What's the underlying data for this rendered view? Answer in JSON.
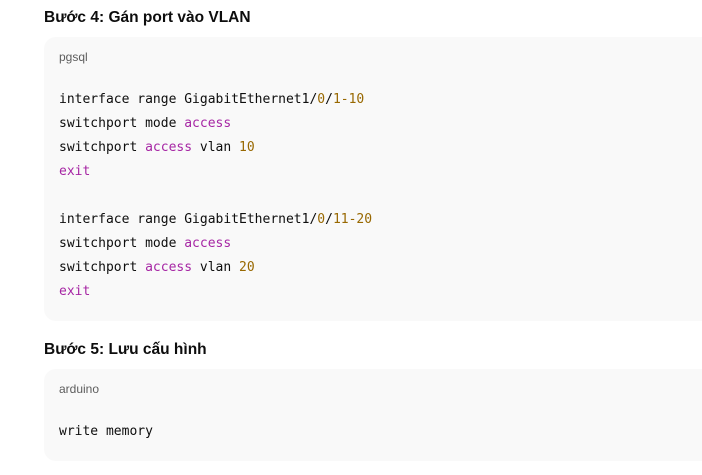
{
  "steps": [
    {
      "heading": "Bước 4: Gán port vào VLAN",
      "language": "pgsql",
      "lines": [
        [
          {
            "t": "interface range GigabitEthernet1/",
            "c": "plain"
          },
          {
            "t": "0",
            "c": "num"
          },
          {
            "t": "/",
            "c": "plain"
          },
          {
            "t": "1-10",
            "c": "num"
          }
        ],
        [
          {
            "t": "switchport mode ",
            "c": "plain"
          },
          {
            "t": "access",
            "c": "kw"
          }
        ],
        [
          {
            "t": "switchport ",
            "c": "plain"
          },
          {
            "t": "access",
            "c": "kw"
          },
          {
            "t": " vlan ",
            "c": "plain"
          },
          {
            "t": "10",
            "c": "num"
          }
        ],
        [
          {
            "t": "exit",
            "c": "kw"
          }
        ],
        [],
        [
          {
            "t": "interface range GigabitEthernet1/",
            "c": "plain"
          },
          {
            "t": "0",
            "c": "num"
          },
          {
            "t": "/",
            "c": "plain"
          },
          {
            "t": "11-20",
            "c": "num"
          }
        ],
        [
          {
            "t": "switchport mode ",
            "c": "plain"
          },
          {
            "t": "access",
            "c": "kw"
          }
        ],
        [
          {
            "t": "switchport ",
            "c": "plain"
          },
          {
            "t": "access",
            "c": "kw"
          },
          {
            "t": " vlan ",
            "c": "plain"
          },
          {
            "t": "20",
            "c": "num"
          }
        ],
        [
          {
            "t": "exit",
            "c": "kw"
          }
        ]
      ]
    },
    {
      "heading": "Bước 5: Lưu cấu hình",
      "language": "arduino",
      "lines": [
        [
          {
            "t": "write memory",
            "c": "plain"
          }
        ]
      ]
    }
  ],
  "colors": {
    "keyword": "#a626a4",
    "number": "#986801",
    "code_background": "#f9f9f9"
  }
}
